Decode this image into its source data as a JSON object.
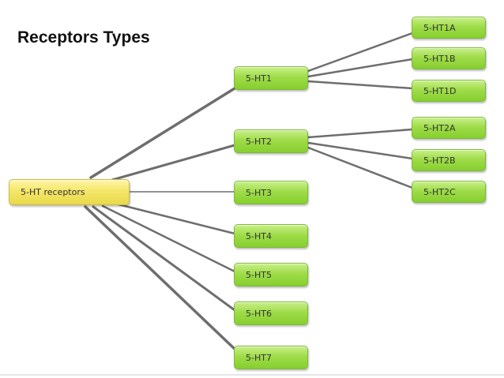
{
  "title": "Receptors Types",
  "root": {
    "label": "5-HT receptors"
  },
  "families": [
    {
      "label": "5-HT1",
      "subtypes": [
        "5-HT1A",
        "5-HT1B",
        "5-HT1D"
      ]
    },
    {
      "label": "5-HT2",
      "subtypes": [
        "5-HT2A",
        "5-HT2B",
        "5-HT2C"
      ]
    },
    {
      "label": "5-HT3",
      "subtypes": []
    },
    {
      "label": "5-HT4",
      "subtypes": []
    },
    {
      "label": "5-HT5",
      "subtypes": []
    },
    {
      "label": "5-HT6",
      "subtypes": []
    },
    {
      "label": "5-HT7",
      "subtypes": []
    }
  ],
  "colors": {
    "family_node": "#9fdc4a",
    "root_node": "#f4e66a",
    "connector": "#6e6e6e"
  }
}
